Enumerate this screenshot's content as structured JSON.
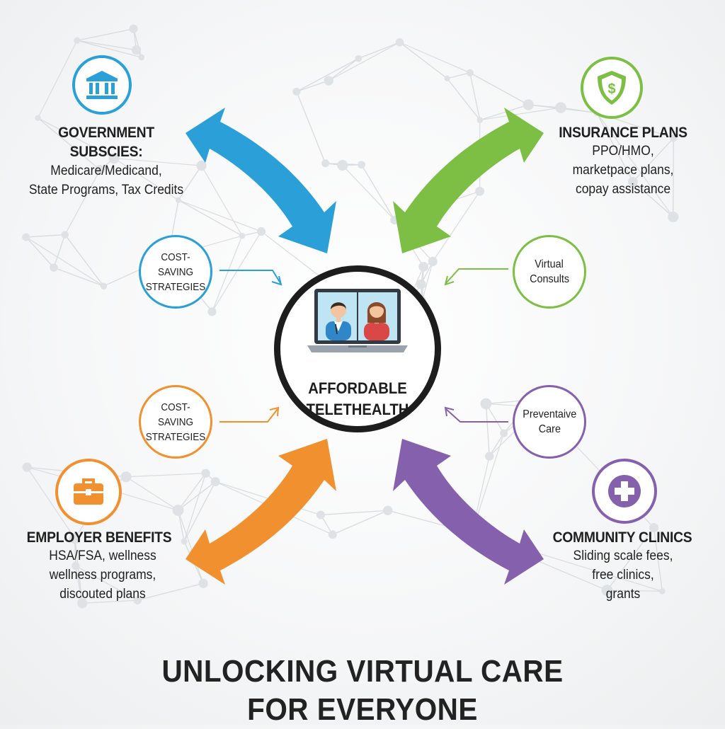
{
  "center": {
    "title_line1": "AFFORDABLE",
    "title_line2": "TELETHEALTH",
    "icon": "laptop-video-call-icon"
  },
  "main_title": {
    "line1": "UNLOCKING VIRTUAL CARE",
    "line2": "FOR EVERYONE"
  },
  "categories": {
    "government": {
      "icon": "bank-building-icon",
      "color": "#2a9fd8",
      "title_line1": "GOVERNMENT",
      "title_line2": "SUBSCIES:",
      "desc_line1": "Medicare/Medicand,",
      "desc_line2": "State Programs, Tax Credits"
    },
    "insurance": {
      "icon": "shield-dollar-icon",
      "color": "#7dbf44",
      "title": "INSURANCE PLANS",
      "desc_line1": "PPO/HMO,",
      "desc_line2": "marketpace plans,",
      "desc_line3": "copay assistance"
    },
    "employer": {
      "icon": "briefcase-icon",
      "color": "#f0902e",
      "title": "EMPLOYER BENEFITS",
      "desc_line1": "HSA/FSA, wellness",
      "desc_line2": "wellness programs,",
      "desc_line3": "discouted plans"
    },
    "community": {
      "icon": "medical-cross-icon",
      "color": "#8560ad",
      "title": "COMMUNITY CLINICS",
      "desc_line1": "Sliding scale fees,",
      "desc_line2": "free clinics,",
      "desc_line3": "grants"
    }
  },
  "small_circles": {
    "top_left": {
      "line1": "COST-SAVING",
      "line2": "STRATEGIES",
      "color": "#2a9fd8"
    },
    "bottom_left": {
      "line1": "COST-SAVING",
      "line2": "STRATEGIES",
      "color": "#f0902e"
    },
    "top_right": {
      "line1": "Virtual",
      "line2": "Consults",
      "color": "#7dbf44"
    },
    "bottom_right": {
      "line1": "Preventaive",
      "line2": "Care",
      "color": "#8560ad"
    }
  }
}
